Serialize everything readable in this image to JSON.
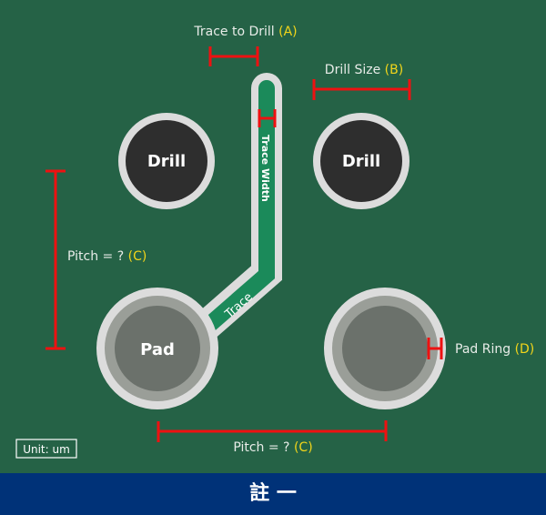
{
  "labels": {
    "trace_to_drill": "Trace to Drill",
    "trace_to_drill_key": "(A)",
    "drill_size": "Drill Size",
    "drill_size_key": "(B)",
    "pitch": "Pitch = ?",
    "pitch_key": "(C)",
    "pad_ring": "Pad Ring",
    "pad_ring_key": "(D)",
    "trace_width": "Trace Width",
    "trace": "Trace",
    "drill": "Drill",
    "pad": "Pad",
    "unit": "Unit: um"
  },
  "footer": {
    "title": "註 一"
  },
  "colors": {
    "board": "#256246",
    "trace": "#1b8a5a",
    "marker": "#ee1111",
    "key": "#f2d51a",
    "footer": "#003278"
  }
}
